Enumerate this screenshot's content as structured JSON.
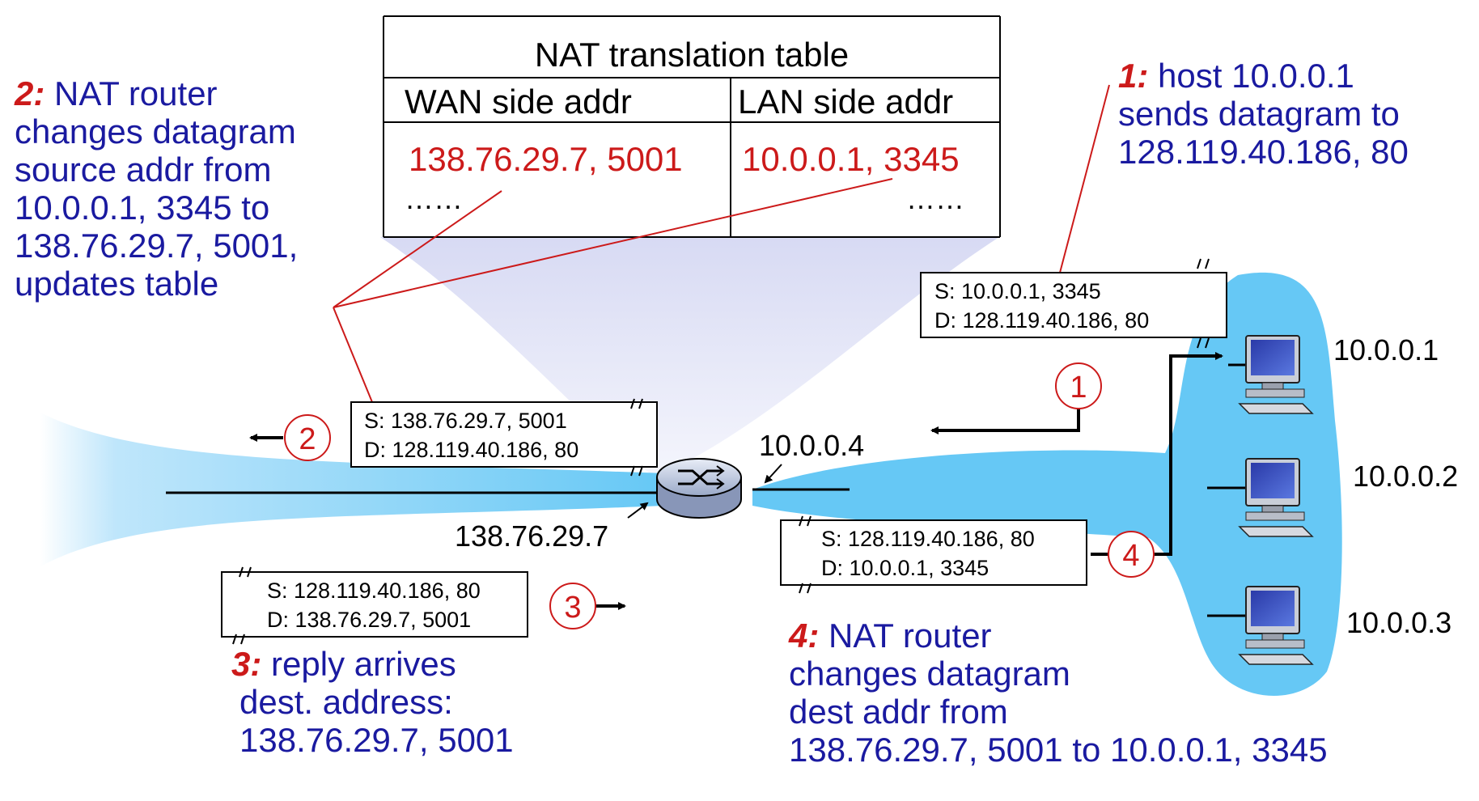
{
  "table": {
    "title": "NAT translation table",
    "wan_header": "WAN side addr",
    "lan_header": "LAN side addr",
    "wan_entry": "138.76.29.7, 5001",
    "lan_entry": "10.0.0.1, 3345",
    "wan_more": "……",
    "lan_more": "……"
  },
  "notes": {
    "n1": {
      "num": "1:",
      "lines": [
        "host 10.0.0.1",
        "sends datagram to",
        "128.119.40.186, 80"
      ]
    },
    "n2": {
      "num": "2:",
      "lines": [
        "NAT router",
        "changes datagram",
        "source addr from",
        "10.0.0.1, 3345 to",
        "138.76.29.7, 5001,",
        "updates table"
      ]
    },
    "n3": {
      "num": "3:",
      "lines": [
        "reply arrives",
        "dest. address:",
        "138.76.29.7, 5001"
      ]
    },
    "n4": {
      "num": "4:",
      "lines": [
        "NAT router",
        "changes datagram",
        "dest addr from",
        "138.76.29.7, 5001 to 10.0.0.1, 3345"
      ]
    }
  },
  "packets": {
    "p1": {
      "src": "S: 10.0.0.1, 3345",
      "dst": "D: 128.119.40.186, 80"
    },
    "p2": {
      "src": "S: 138.76.29.7, 5001",
      "dst": "D: 128.119.40.186, 80"
    },
    "p3": {
      "src": "S: 128.119.40.186, 80",
      "dst": "D: 138.76.29.7, 5001"
    },
    "p4": {
      "src": "S: 128.119.40.186, 80",
      "dst": "D: 10.0.0.1, 3345"
    }
  },
  "circles": [
    "1",
    "2",
    "3",
    "4"
  ],
  "addresses": {
    "router_lan": "10.0.0.4",
    "router_wan": "138.76.29.7",
    "host1": "10.0.0.1",
    "host2": "10.0.0.2",
    "host3": "10.0.0.3"
  },
  "colors": {
    "note_blue": "#1a1aa0",
    "step_red": "#cc1a1a",
    "net_blue": "#66c8f5"
  }
}
